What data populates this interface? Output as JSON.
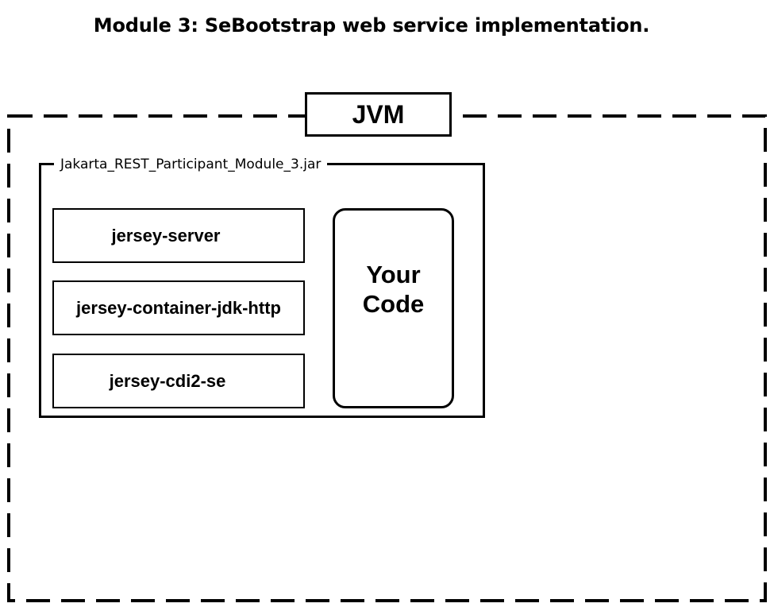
{
  "title": "Module 3: SeBootstrap web service implementation.",
  "jvm": {
    "label": "JVM"
  },
  "jar": {
    "name": "Jakarta_REST_Participant_Module_3.jar",
    "libraries": [
      {
        "label": "jersey-server"
      },
      {
        "label": "jersey-container-jdk-http"
      },
      {
        "label": "jersey-cdi2-se"
      }
    ],
    "code": {
      "line1": "Your",
      "line2": "Code"
    }
  }
}
